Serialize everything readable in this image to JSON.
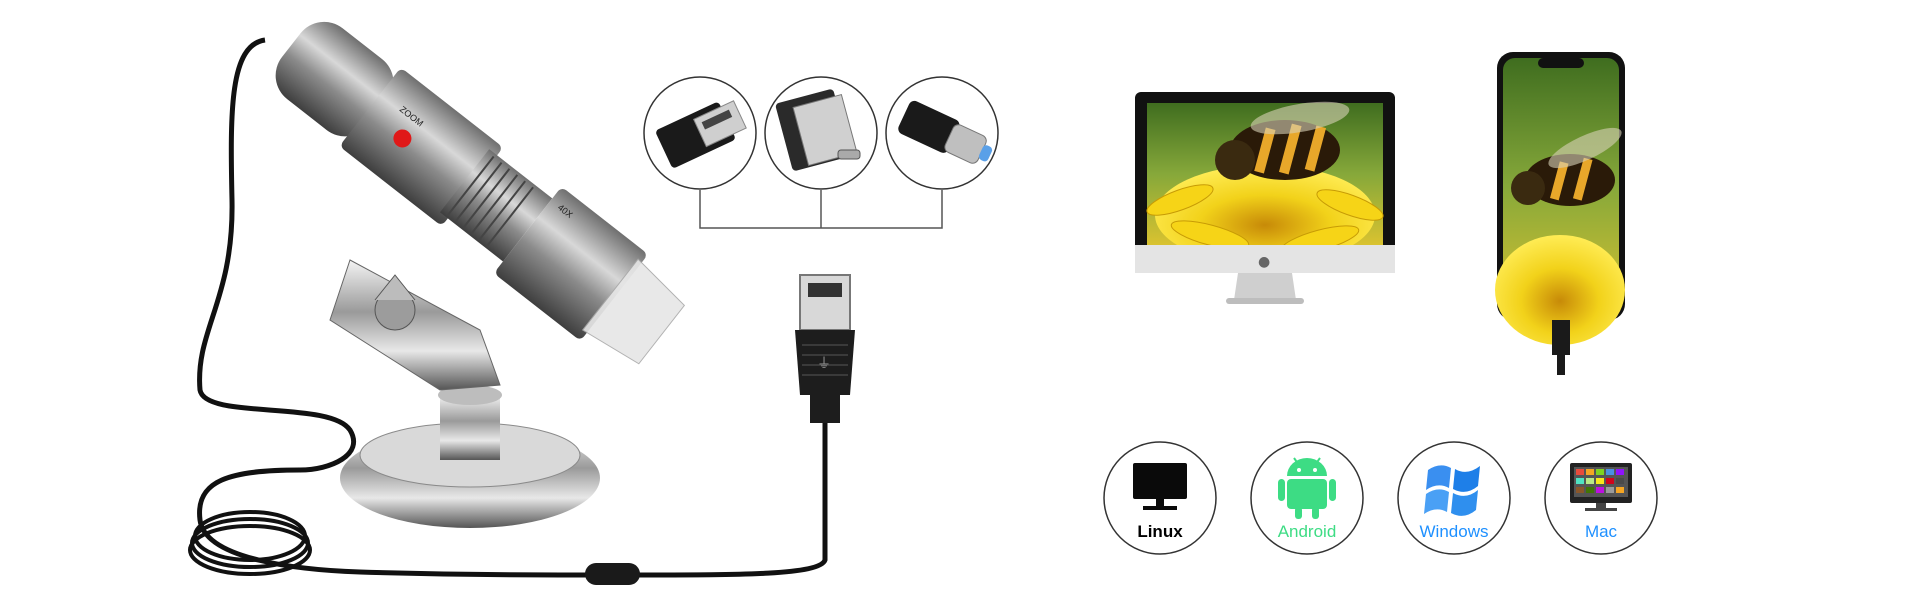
{
  "microscope": {
    "zoom_label": "ZOOM",
    "magnification_label": "40X"
  },
  "os_badges": [
    {
      "label": "Linux",
      "icon": "monitor-icon",
      "color": "#000000"
    },
    {
      "label": "Android",
      "icon": "android-robot-icon",
      "color": "#3DDC84"
    },
    {
      "label": "Windows",
      "icon": "windows-logo-icon",
      "color": "#1E90FF"
    },
    {
      "label": "Mac",
      "icon": "mac-monitor-icon",
      "color": "#1E90FF"
    }
  ]
}
